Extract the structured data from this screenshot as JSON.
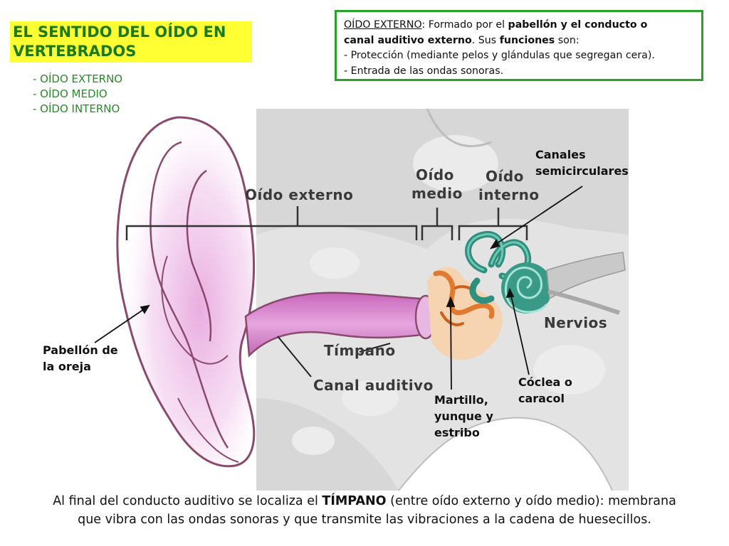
{
  "title": {
    "line1": "EL SENTIDO DEL OÍDO EN",
    "line2": "VERTEBRADOS"
  },
  "parts_list": [
    "- OÍDO EXTERNO",
    "- OÍDO MEDIO",
    "- OÍDO INTERNO"
  ],
  "info_box": {
    "heading": "OÍDO EXTERNO",
    "line1_a": ": Formado por el ",
    "line1_b": "pabellón y el conducto o",
    "line2_a": "canal auditivo externo",
    "line2_b": ". Sus ",
    "line2_c": "funciones",
    "line2_d": " son:",
    "line3": "- Protección (mediante pelos y glándulas que segregan cera).",
    "line4": "- Entrada de las ondas sonoras."
  },
  "diagram_labels": {
    "oido_externo": "Oído externo",
    "oido_medio_1": "Oído",
    "oido_medio_2": "medio",
    "oido_interno_1": "Oído",
    "oido_interno_2": "interno",
    "nervios": "Nervios",
    "timpano": "Tímpano",
    "canal_auditivo": "Canal auditivo"
  },
  "callouts": {
    "canales_1": "Canales",
    "canales_2": "semicirculares",
    "pabellon_1": "Pabellón de",
    "pabellon_2": "la oreja",
    "coclea_1": "Cóclea o",
    "coclea_2": "caracol",
    "martillo_1": "Martillo,",
    "martillo_2": "yunque y",
    "martillo_3": "estribo"
  },
  "footer": {
    "line1_a": "Al final del conducto auditivo se localiza el ",
    "line1_b": "TÍMPANO",
    "line1_c": " (entre oído externo y oído medio): membrana",
    "line2": "que vibra con las ondas sonoras y que transmite las vibraciones a la cadena de huesecillos."
  },
  "colors": {
    "title_bg": "#ffff33",
    "title_text": "#1b7a1b",
    "info_border": "#2aa02a",
    "ear_outline": "#8a4a6e",
    "canal": "#d77fcb",
    "cochlea": "#3a9a88",
    "ossicles": "#e07a30"
  }
}
